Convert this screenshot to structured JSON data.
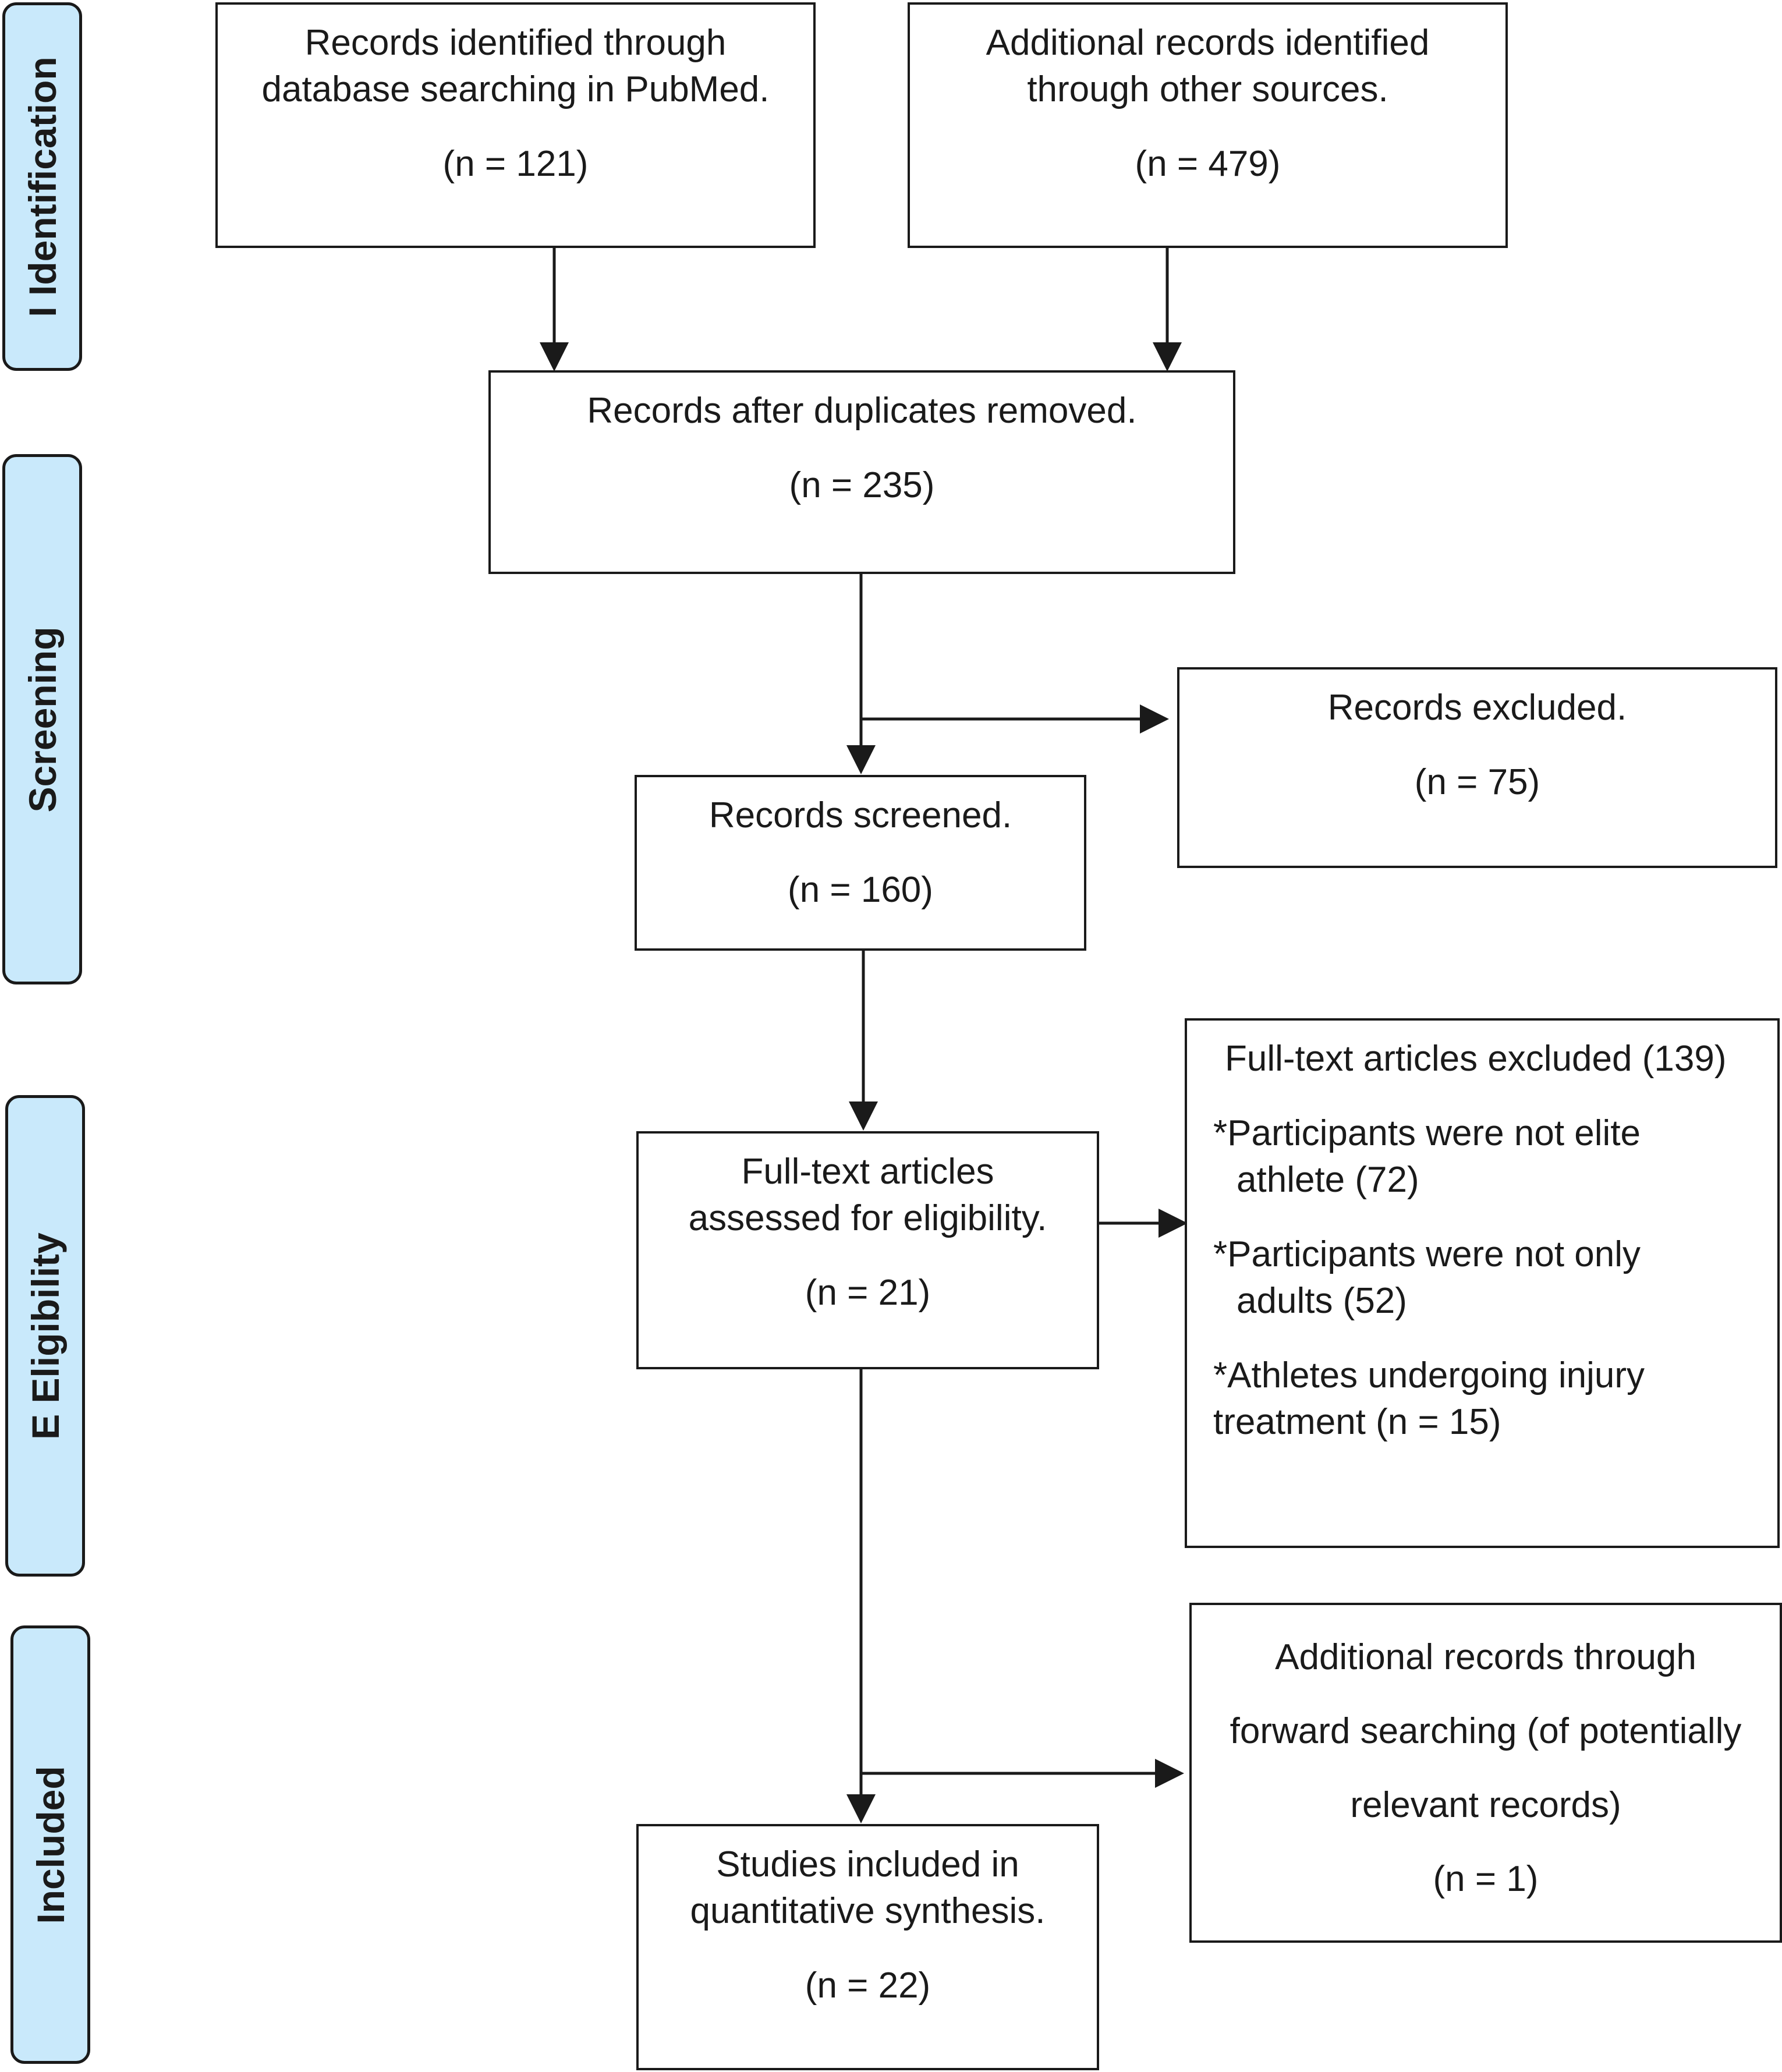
{
  "stages": {
    "identification": "I Identification",
    "screening": "Screening",
    "eligibility": "E Eligibility",
    "included": "Included"
  },
  "boxes": {
    "pubmed": {
      "line1": "Records identified through",
      "line2": "database searching in PubMed.",
      "count": "(n = 121)"
    },
    "other_sources": {
      "line1": "Additional records identified",
      "line2": "through other sources.",
      "count": "(n = 479)"
    },
    "after_duplicates": {
      "line1": "Records after duplicates removed.",
      "count": "(n = 235)"
    },
    "excluded": {
      "line1": "Records excluded.",
      "count": "(n = 75)"
    },
    "screened": {
      "line1": "Records screened.",
      "count": "(n = 160)"
    },
    "fulltext_assessed": {
      "line1": "Full-text articles",
      "line2": "assessed for eligibility.",
      "count": "(n = 21)"
    },
    "fulltext_excluded": {
      "title": "Full-text articles excluded (139)",
      "reason1_line1": "*Participants were not elite",
      "reason1_line2": "athlete (72)",
      "reason2_line1": "*Participants were not only",
      "reason2_line2": "adults (52)",
      "reason3_line1": "*Athletes undergoing injury",
      "reason3_line2": "treatment (n = 15)"
    },
    "forward_search": {
      "line1": "Additional records through",
      "line2": "forward searching (of potentially",
      "line3": "relevant records)",
      "count": "(n = 1)"
    },
    "included_studies": {
      "line1": "Studies included in",
      "line2": "quantitative synthesis.",
      "count": "(n = 22)"
    }
  }
}
